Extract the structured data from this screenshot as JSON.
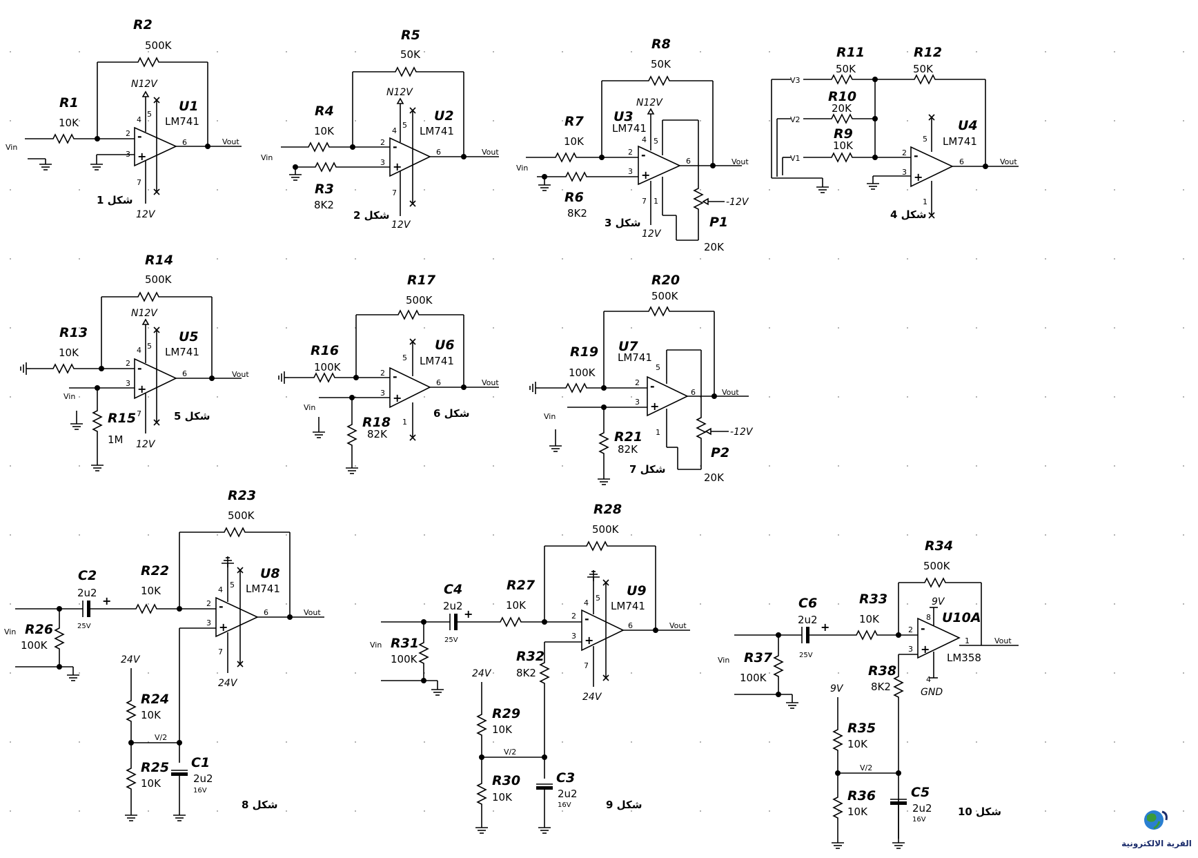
{
  "opamps": {
    "U1": "U1",
    "U2": "U2",
    "U3": "U3",
    "U4": "U4",
    "U5": "U5",
    "U6": "U6",
    "U7": "U7",
    "U8": "U8",
    "U9": "U9",
    "U10A": "U10A",
    "part": "LM741",
    "part10": "LM358"
  },
  "resistors": {
    "R1": {
      "name": "R1",
      "value": "10K"
    },
    "R2": {
      "name": "R2",
      "value": "500K"
    },
    "R3": {
      "name": "R3",
      "value": "8K2"
    },
    "R4": {
      "name": "R4",
      "value": "10K"
    },
    "R5": {
      "name": "R5",
      "value": "50K"
    },
    "R6": {
      "name": "R6",
      "value": "8K2"
    },
    "R7": {
      "name": "R7",
      "value": "10K"
    },
    "R8": {
      "name": "R8",
      "value": "50K"
    },
    "R9": {
      "name": "R9",
      "value": "10K"
    },
    "R10": {
      "name": "R10",
      "value": "20K"
    },
    "R11": {
      "name": "R11",
      "value": "50K"
    },
    "R12": {
      "name": "R12",
      "value": "50K"
    },
    "R13": {
      "name": "R13",
      "value": "10K"
    },
    "R14": {
      "name": "R14",
      "value": "500K"
    },
    "R15": {
      "name": "R15",
      "value": "1M"
    },
    "R16": {
      "name": "R16",
      "value": "100K"
    },
    "R17": {
      "name": "R17",
      "value": "500K"
    },
    "R18": {
      "name": "R18",
      "value": "82K"
    },
    "R19": {
      "name": "R19",
      "value": "100K"
    },
    "R20": {
      "name": "R20",
      "value": "500K"
    },
    "R21": {
      "name": "R21",
      "value": "82K"
    },
    "R22": {
      "name": "R22",
      "value": "10K"
    },
    "R23": {
      "name": "R23",
      "value": "500K"
    },
    "R24": {
      "name": "R24",
      "value": "10K"
    },
    "R25": {
      "name": "R25",
      "value": "10K"
    },
    "R26": {
      "name": "R26",
      "value": "100K"
    },
    "R27": {
      "name": "R27",
      "value": "10K"
    },
    "R28": {
      "name": "R28",
      "value": "500K"
    },
    "R29": {
      "name": "R29",
      "value": "10K"
    },
    "R30": {
      "name": "R30",
      "value": "10K"
    },
    "R31": {
      "name": "R31",
      "value": "100K"
    },
    "R32": {
      "name": "R32",
      "value": "8K2"
    },
    "R33": {
      "name": "R33",
      "value": "10K"
    },
    "R34": {
      "name": "R34",
      "value": "500K"
    },
    "R35": {
      "name": "R35",
      "value": "10K"
    },
    "R36": {
      "name": "R36",
      "value": "10K"
    },
    "R37": {
      "name": "R37",
      "value": "100K"
    },
    "R38": {
      "name": "R38",
      "value": "8K2"
    }
  },
  "pots": {
    "P1": {
      "name": "P1",
      "value": "20K"
    },
    "P2": {
      "name": "P2",
      "value": "20K"
    }
  },
  "capacitors": {
    "C1": {
      "name": "C1",
      "value": "2u2",
      "rating": "16V"
    },
    "C2": {
      "name": "C2",
      "value": "2u2",
      "rating": "25V"
    },
    "C3": {
      "name": "C3",
      "value": "2u2",
      "rating": "16V"
    },
    "C4": {
      "name": "C4",
      "value": "2u2",
      "rating": "25V"
    },
    "C5": {
      "name": "C5",
      "value": "2u2",
      "rating": "16V"
    },
    "C6": {
      "name": "C6",
      "value": "2u2",
      "rating": "25V"
    }
  },
  "nets": {
    "vin": "Vin",
    "vout": "Vout",
    "v1": "V1",
    "v2": "V2",
    "v3": "V3",
    "vhalf": "V/2"
  },
  "rails": {
    "n12": "N12V",
    "p12": "12V",
    "m12": "-12V",
    "p24": "24V",
    "p9": "9V",
    "gnd": "GND"
  },
  "pins": {
    "p1": "1",
    "p2": "2",
    "p3": "3",
    "p4": "4",
    "p5": "5",
    "p6": "6",
    "p7": "7",
    "p8": "8"
  },
  "signs": {
    "minus": "-",
    "plus": "+"
  },
  "figures": {
    "f1": "شكل 1",
    "f2": "شكل 2",
    "f3": "شكل 3",
    "f4": "شكل 4",
    "f5": "شكل 5",
    "f6": "شكل 6",
    "f7": "شكل 7",
    "f8": "شكل 8",
    "f9": "شكل 9",
    "f10": "شكل 10"
  },
  "logo": {
    "text": "القرية الالكترونية"
  },
  "colors": {
    "ink": "#000000",
    "background": "#ffffff",
    "logo_globe": "#2a7fd1",
    "logo_land": "#3a9a3a"
  }
}
